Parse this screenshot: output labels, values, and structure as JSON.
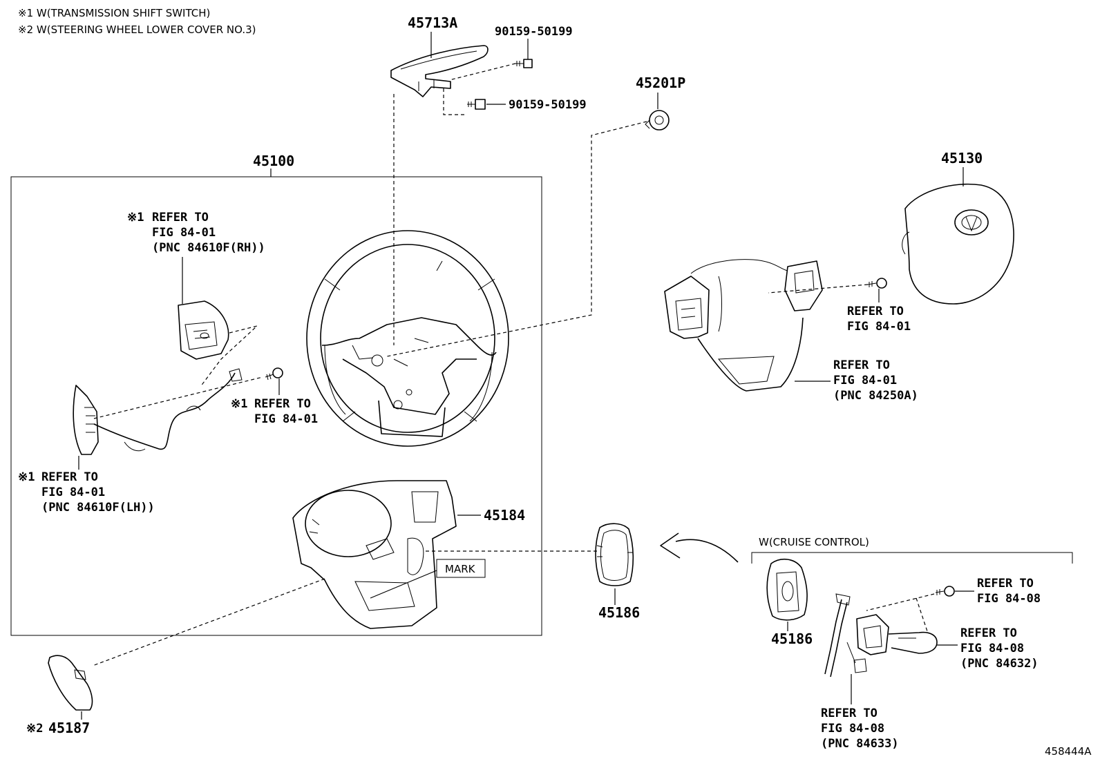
{
  "notes": {
    "n1": "※1 W(TRANSMISSION SHIFT SWITCH)",
    "n2": "※2 W(STEERING WHEEL LOWER COVER NO.3)"
  },
  "part_numbers": {
    "p45713A": "45713A",
    "p90159_a": "90159-50199",
    "p90159_b": "90159-50199",
    "p45201P": "45201P",
    "p45100": "45100",
    "p45130": "45130",
    "p45184": "45184",
    "p45186_a": "45186",
    "p45186_b": "45186",
    "p45187": "45187"
  },
  "labels": {
    "mark": "MARK",
    "cruise": "W(CRUISE CONTROL)",
    "star1_a": "※1",
    "star1_b": "※1",
    "star1_c": "※1",
    "star2": "※2",
    "diagram_id": "458444A"
  },
  "refs": {
    "rh": [
      "REFER TO",
      "FIG 84-01",
      "(PNC 84610F(RH))"
    ],
    "mid": [
      "REFER TO",
      "FIG 84-01"
    ],
    "lh": [
      "REFER TO",
      "FIG 84-01",
      "(PNC 84610F(LH))"
    ],
    "screw_r": [
      "REFER TO",
      "FIG 84-01"
    ],
    "sw_r": [
      "REFER TO",
      "FIG 84-01",
      "(PNC 84250A)"
    ],
    "cc_screw": [
      "REFER TO",
      "FIG 84-08"
    ],
    "cc_sw": [
      "REFER TO",
      "FIG 84-08",
      "(PNC 84632)"
    ],
    "cc_wire": [
      "REFER TO",
      "FIG 84-08",
      "(PNC 84633)"
    ]
  }
}
